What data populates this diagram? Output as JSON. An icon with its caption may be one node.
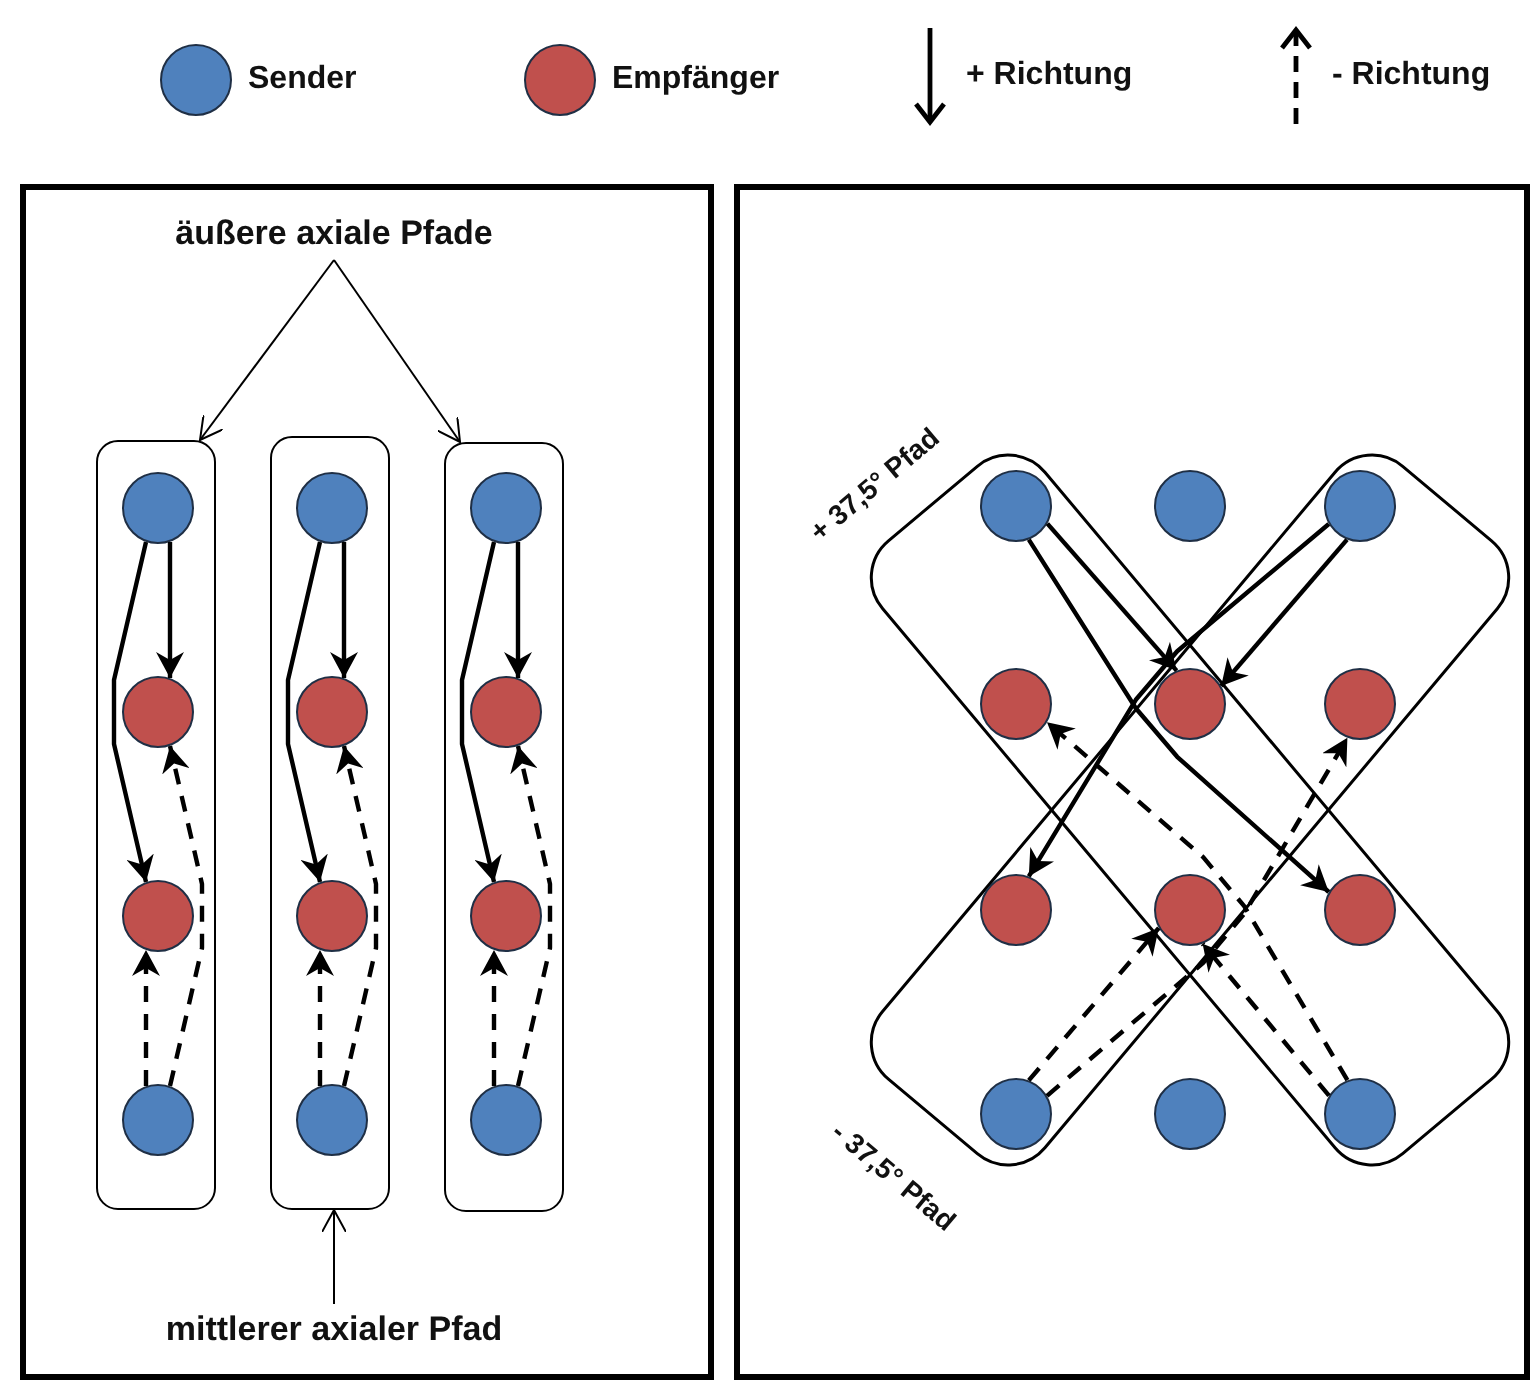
{
  "diagram": {
    "nodes": [
      {
        "text": [],
        "shape": "box"
      },
      {
        "text": [
          "äußere axiale Pfade"
        ],
        "in": 0
      },
      {
        "text": [],
        "shape": "box",
        "in": 0
      },
      {
        "text": [],
        "shape": "box",
        "in": 0
      },
      {
        "text": [],
        "shape": "box",
        "in": 0
      },
      {
        "text": [],
        "shape": "circle",
        "in": 2
      },
      {
        "text": [],
        "shape": "circle",
        "in": 2
      },
      {
        "text": [],
        "shape": "circle",
        "in": 2
      },
      {
        "text": [],
        "shape": "circle",
        "in": 2
      },
      {
        "text": [],
        "shape": "circle",
        "in": 3
      },
      {
        "text": [],
        "shape": "circle",
        "in": 3
      },
      {
        "text": [],
        "shape": "circle",
        "in": 3
      },
      {
        "text": [],
        "shape": "circle",
        "in": 3
      },
      {
        "text": [],
        "shape": "circle",
        "in": 4
      },
      {
        "text": [],
        "shape": "circle",
        "in": 4
      },
      {
        "text": [],
        "shape": "circle",
        "in": 4
      },
      {
        "text": [],
        "shape": "circle",
        "in": 4
      },
      {
        "text": [
          "mittlerer axialer Pfad"
        ],
        "in": 0
      },
      {
        "text": [],
        "shape": "box"
      },
      {
        "text": [],
        "shape": "circle",
        "in": 18
      },
      {
        "text": [],
        "shape": "circle",
        "in": 18
      },
      {
        "text": [],
        "shape": "circle",
        "in": 18
      },
      {
        "text": [],
        "shape": "circle",
        "in": 18
      },
      {
        "text": [],
        "shape": "circle",
        "in": 18
      },
      {
        "text": [],
        "shape": "circle",
        "in": 18
      },
      {
        "text": [],
        "shape": "circle",
        "in": 18
      },
      {
        "text": [],
        "shape": "circle",
        "in": 18
      },
      {
        "text": [],
        "shape": "circle",
        "in": 18
      },
      {
        "text": [],
        "shape": "circle",
        "in": 18
      },
      {
        "text": [],
        "shape": "circle",
        "in": 18
      },
      {
        "text": [],
        "shape": "circle",
        "in": 18
      }
    ],
    "edges": [
      {
        "from": 1,
        "to": 2,
        "arrow": "to"
      },
      {
        "from": 1,
        "to": 4,
        "arrow": "to"
      },
      {
        "from": 5,
        "to": 6,
        "arrow": "to"
      },
      {
        "from": 5,
        "to": 7,
        "arrow": "to"
      },
      {
        "from": 8,
        "to": 7,
        "arrow": "to",
        "style": "dashed"
      },
      {
        "from": 8,
        "to": 6,
        "arrow": "to",
        "style": "dashed"
      },
      {
        "from": 9,
        "to": 10,
        "arrow": "to"
      },
      {
        "from": 9,
        "to": 11,
        "arrow": "to"
      },
      {
        "from": 12,
        "to": 11,
        "arrow": "to",
        "style": "dashed"
      },
      {
        "from": 12,
        "to": 10,
        "arrow": "to",
        "style": "dashed"
      },
      {
        "from": 13,
        "to": 14,
        "arrow": "to"
      },
      {
        "from": 13,
        "to": 15,
        "arrow": "to"
      },
      {
        "from": 16,
        "to": 15,
        "arrow": "to",
        "style": "dashed"
      },
      {
        "from": 16,
        "to": 14,
        "arrow": "to",
        "style": "dashed"
      },
      {
        "from": 17,
        "to": 3,
        "arrow": "to"
      },
      {
        "from": 19,
        "to": 23,
        "arrow": "to"
      },
      {
        "from": 19,
        "to": 27,
        "arrow": "to"
      },
      {
        "from": 21,
        "to": 23,
        "arrow": "to"
      },
      {
        "from": 21,
        "to": 25,
        "arrow": "to"
      },
      {
        "from": 28,
        "to": 26,
        "arrow": "to",
        "style": "dashed"
      },
      {
        "from": 28,
        "to": 24,
        "arrow": "to",
        "style": "dashed"
      },
      {
        "from": 30,
        "to": 26,
        "arrow": "to",
        "style": "dashed"
      },
      {
        "from": 30,
        "to": 22,
        "arrow": "to",
        "style": "dashed"
      }
    ],
    "labels": [
      "+ 37,5° Pfad",
      "- 37,5° Pfad"
    ],
    "legend": [
      {
        "text": "Sender",
        "color": "#4f81bd"
      },
      {
        "text": "Empfänger",
        "color": "#c0504d"
      },
      {
        "text": "+ Richtung"
      },
      {
        "text": "- Richtung"
      }
    ]
  }
}
